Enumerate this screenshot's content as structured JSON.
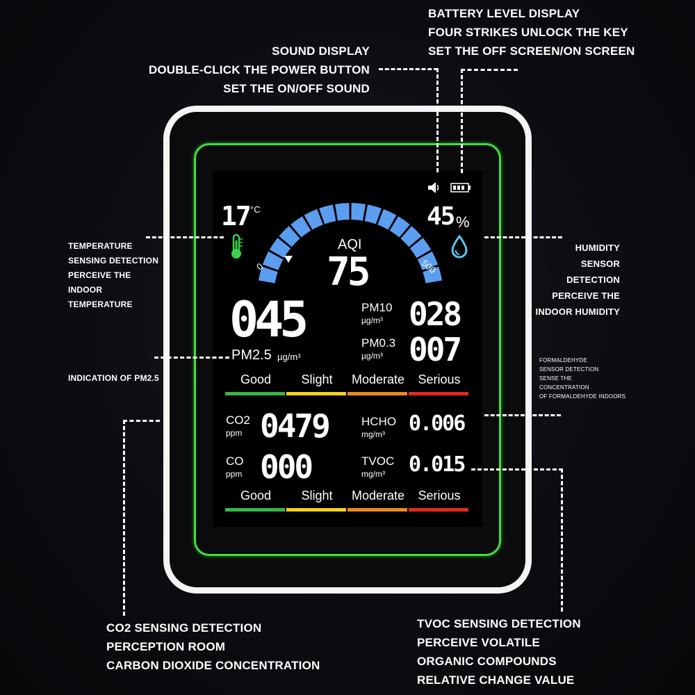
{
  "annotations": {
    "battery": [
      "BATTERY LEVEL DISPLAY",
      "FOUR STRIKES UNLOCK THE KEY",
      "SET THE OFF SCREEN/ON SCREEN"
    ],
    "sound": [
      "SOUND DISPLAY",
      "DOUBLE-CLICK THE POWER BUTTON",
      "SET THE ON/OFF SOUND"
    ],
    "temperature": [
      "TEMPERATURE",
      "SENSING DETECTION",
      "PERCEIVE THE",
      "INDOOR",
      "TEMPERATURE"
    ],
    "humidity": [
      "HUMIDITY",
      "SENSOR",
      "DETECTION",
      "PERCEIVE THE",
      "INDOOR HUMIDITY"
    ],
    "pm25": [
      "INDICATION OF PM2.5"
    ],
    "formaldehyde": [
      "FORMALDEHYDE",
      "SENSOR DETECTION",
      "SENSE THE",
      "CONCENTRATION",
      "OF FORMALDEHYDE INDOORS"
    ],
    "co2": [
      "CO2 SENSING DETECTION",
      "PERCEPTION ROOM",
      "CARBON DIOXIDE CONCENTRATION"
    ],
    "tvoc": [
      "TVOC SENSING DETECTION",
      "PERCEIVE VOLATILE",
      "ORGANIC COMPOUNDS",
      "RELATIVE CHANGE VALUE"
    ]
  },
  "display": {
    "temperature": "17",
    "temperature_unit": "°C",
    "humidity": "45",
    "humidity_unit": "%",
    "aqi_label": "AQI",
    "aqi_value": "75",
    "aqi_min": "0",
    "aqi_max": "500",
    "pm25_value": "045",
    "pm25_label": "PM2.5",
    "pm25_unit": "µg/m³",
    "pm10_label": "PM10",
    "pm10_unit": "µg/m³",
    "pm10_value": "028",
    "pm03_label": "PM0.3",
    "pm03_unit": "µg/m³",
    "pm03_value": "007",
    "co2_label": "CO2",
    "co2_unit": "ppm",
    "co2_value": "0479",
    "co_label": "CO",
    "co_unit": "ppm",
    "co_value": "000",
    "hcho_label": "HCHO",
    "hcho_unit": "mg/m³",
    "hcho_value": "0.006",
    "tvoc_label": "TVOC",
    "tvoc_unit": "mg/m³",
    "tvoc_value": "0.015",
    "levels": [
      "Good",
      "Slight",
      "Moderate",
      "Serious"
    ]
  },
  "colors": {
    "frame_glow": "#3fe03a",
    "aqi_arc": "#5b9ef0",
    "good": "#3bb54a",
    "slight": "#f3d21b",
    "moderate": "#f08a1c",
    "serious": "#e12a21",
    "thermometer": "#3bd14a",
    "humidity_drop": "#55c8f0"
  },
  "icons": {
    "sound": "speaker-icon",
    "battery": "battery-icon",
    "thermometer": "thermometer-icon",
    "humidity": "water-drop-icon",
    "aqi_pointer": "triangle-pointer-icon"
  }
}
